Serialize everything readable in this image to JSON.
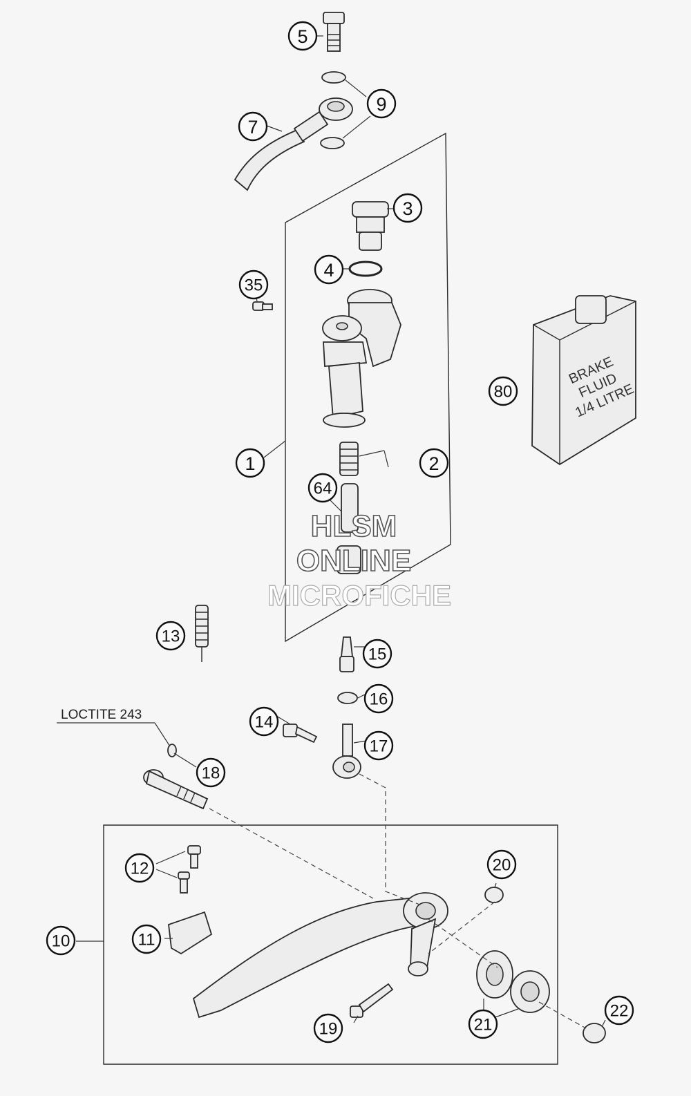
{
  "callouts": [
    {
      "id": "c5",
      "label": "5"
    },
    {
      "id": "c9",
      "label": "9"
    },
    {
      "id": "c7",
      "label": "7"
    },
    {
      "id": "c3",
      "label": "3"
    },
    {
      "id": "c4",
      "label": "4"
    },
    {
      "id": "c35",
      "label": "35"
    },
    {
      "id": "c80",
      "label": "80"
    },
    {
      "id": "c1",
      "label": "1"
    },
    {
      "id": "c2",
      "label": "2"
    },
    {
      "id": "c64",
      "label": "64"
    },
    {
      "id": "c13",
      "label": "13"
    },
    {
      "id": "c15",
      "label": "15"
    },
    {
      "id": "c16",
      "label": "16"
    },
    {
      "id": "c14",
      "label": "14"
    },
    {
      "id": "c17",
      "label": "17"
    },
    {
      "id": "c18",
      "label": "18"
    },
    {
      "id": "c12",
      "label": "12"
    },
    {
      "id": "c20",
      "label": "20"
    },
    {
      "id": "c10",
      "label": "10"
    },
    {
      "id": "c11",
      "label": "11"
    },
    {
      "id": "c19",
      "label": "19"
    },
    {
      "id": "c21",
      "label": "21"
    },
    {
      "id": "c22",
      "label": "22"
    }
  ],
  "annotation": {
    "loctite": "LOCTITE 243"
  },
  "fluid_can": {
    "line1": "BRAKE",
    "line2": "FLUID",
    "line3": "1/4 LITRE"
  },
  "watermark": {
    "line1": "HLSM",
    "line2": "ONLINE",
    "line3": "MICROFICHE"
  }
}
